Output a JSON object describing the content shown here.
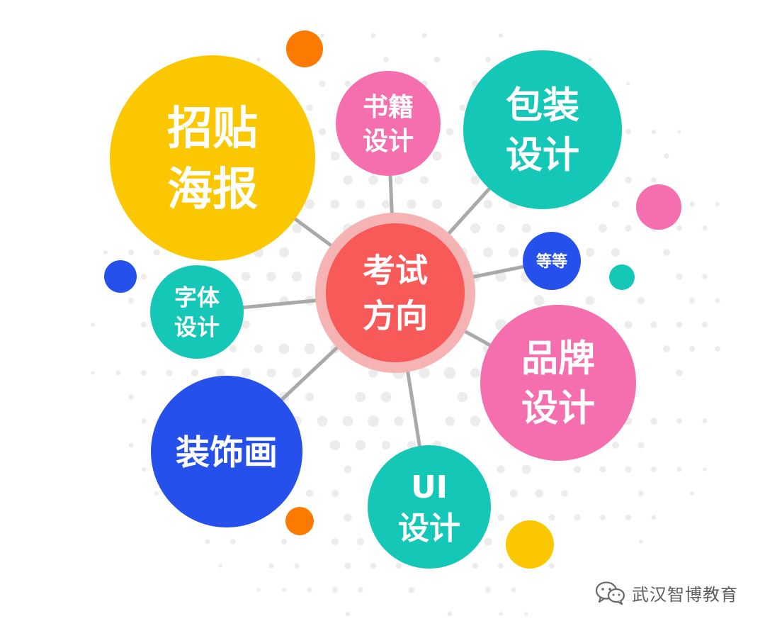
{
  "center": {
    "lines": [
      "考试",
      "方向"
    ],
    "color": "#f85a5a",
    "ring_color": "#f5b3b3"
  },
  "nodes": [
    {
      "id": "poster",
      "lines": [
        "招贴",
        "海报"
      ],
      "color": "#fbc700"
    },
    {
      "id": "book",
      "lines": [
        "书籍",
        "设计"
      ],
      "color": "#f56fae"
    },
    {
      "id": "packaging",
      "lines": [
        "包装",
        "设计"
      ],
      "color": "#14c7b6"
    },
    {
      "id": "etc",
      "lines": [
        "等等"
      ],
      "color": "#2550ec"
    },
    {
      "id": "brand",
      "lines": [
        "品牌",
        "设计"
      ],
      "color": "#f56fae"
    },
    {
      "id": "ui",
      "lines": [
        "UI",
        "设计"
      ],
      "color": "#14c7b6"
    },
    {
      "id": "decor",
      "lines": [
        "装饰画"
      ],
      "color": "#2550ec"
    },
    {
      "id": "typography",
      "lines": [
        "字体",
        "设计"
      ],
      "color": "#14c7b6"
    }
  ],
  "colors": {
    "link": "#a9a9a9",
    "dot": "#ececec",
    "orange": "#fd7a00",
    "pink": "#f56fae",
    "teal": "#14c7b6",
    "blue": "#2550ec",
    "yellow": "#fbc700"
  },
  "watermark": {
    "icon": "wechat-icon",
    "text": "武汉智博教育"
  }
}
